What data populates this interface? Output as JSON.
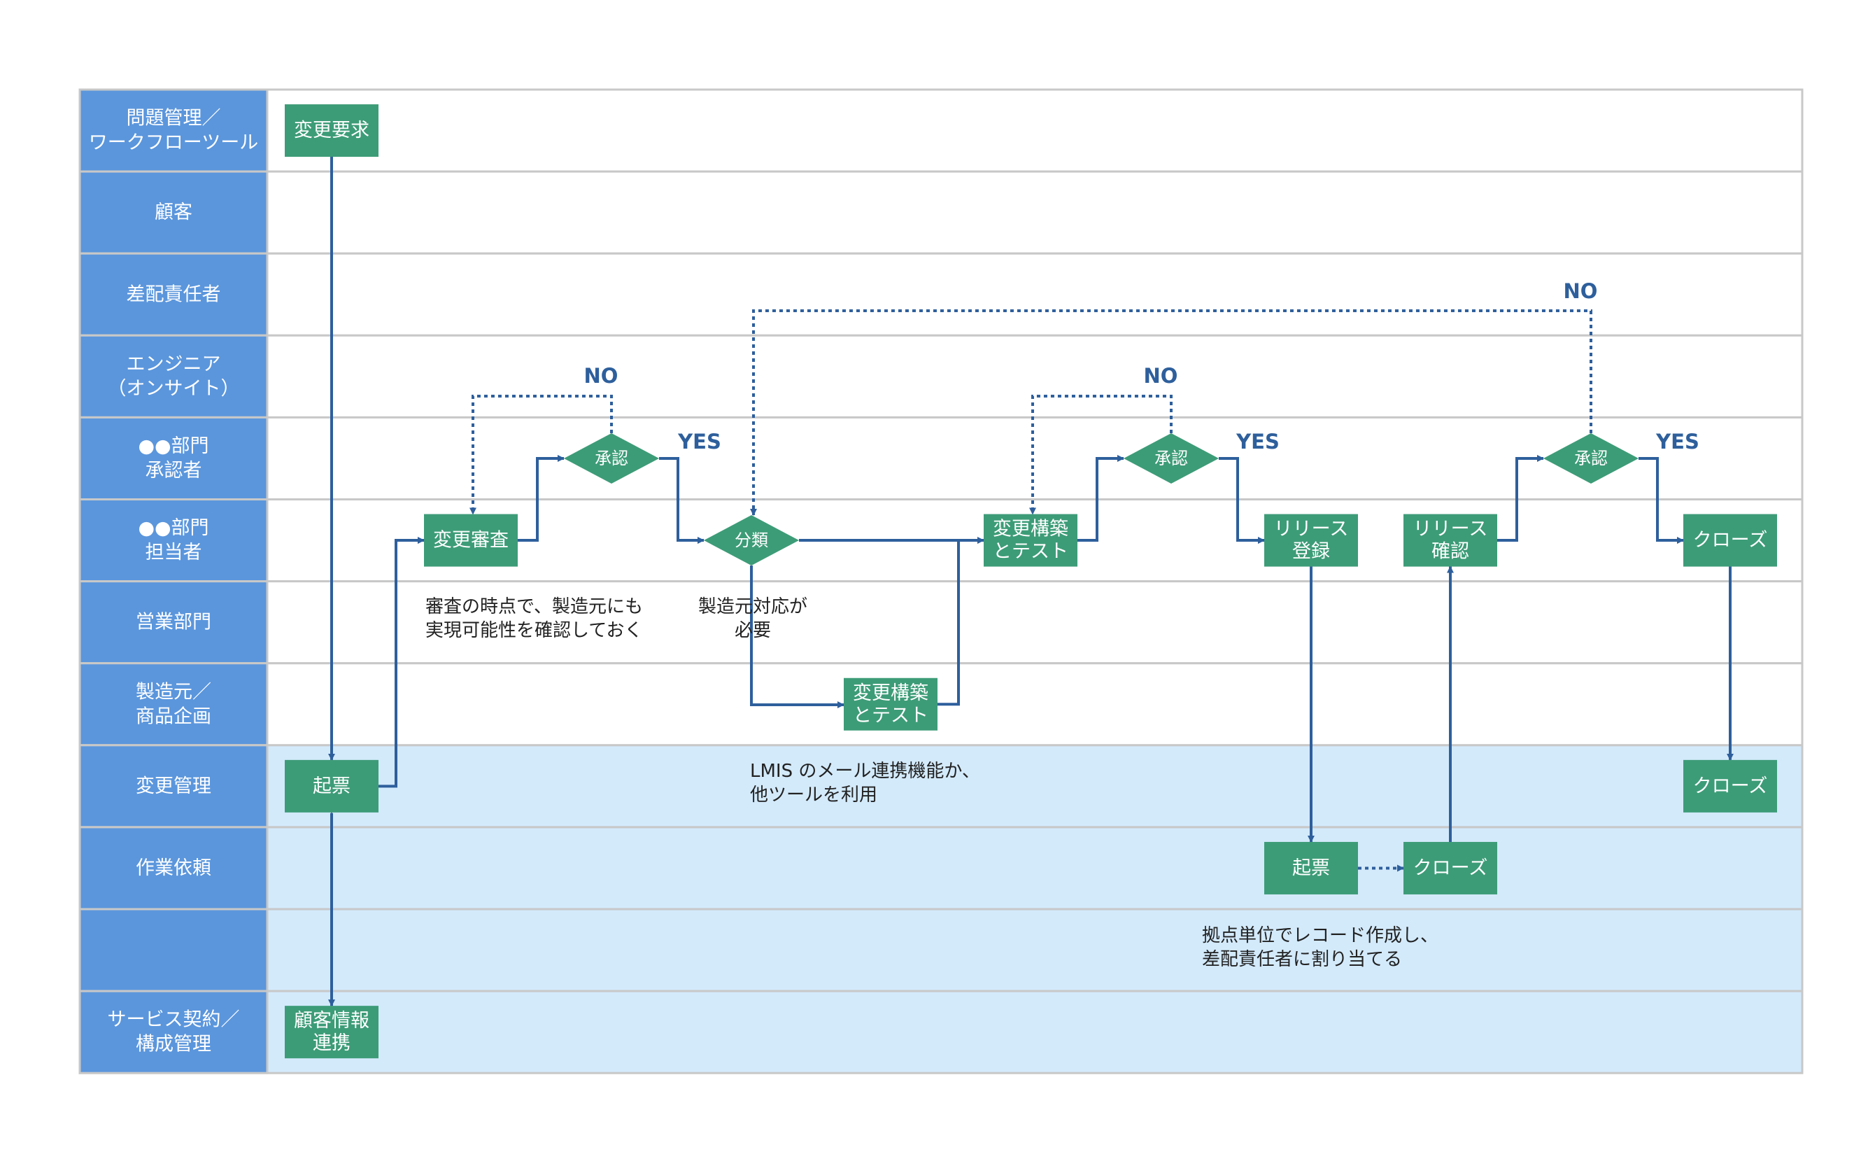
{
  "colors": {
    "lane_header": "#5b96dc",
    "lane_bg_white": "#ffffff",
    "lane_bg_blue": "#d3eafb",
    "lane_border": "#c8c8c8",
    "node_fill": "#3d9c78",
    "arrow": "#2e5f9c",
    "yesno": "#2e5f9c"
  },
  "lanes": [
    {
      "id": "l0",
      "lines": [
        "問題管理／",
        "ワークフローツール"
      ],
      "shade": "white"
    },
    {
      "id": "l1",
      "lines": [
        "顧客"
      ],
      "shade": "white"
    },
    {
      "id": "l2",
      "lines": [
        "差配責任者"
      ],
      "shade": "white"
    },
    {
      "id": "l3",
      "lines": [
        "エンジニア",
        "（オンサイト）"
      ],
      "shade": "white"
    },
    {
      "id": "l4",
      "lines": [
        "●●部門",
        "承認者"
      ],
      "shade": "white"
    },
    {
      "id": "l5",
      "lines": [
        "●●部門",
        "担当者"
      ],
      "shade": "white"
    },
    {
      "id": "l6",
      "lines": [
        "営業部門"
      ],
      "shade": "white"
    },
    {
      "id": "l7",
      "lines": [
        "製造元／",
        "商品企画"
      ],
      "shade": "white"
    },
    {
      "id": "l8",
      "lines": [
        "変更管理"
      ],
      "shade": "blue"
    },
    {
      "id": "l9",
      "lines": [
        "作業依頼"
      ],
      "shade": "blue"
    },
    {
      "id": "l10",
      "lines": [],
      "shade": "blue"
    },
    {
      "id": "l11",
      "lines": [
        "サービス契約／",
        "構成管理"
      ],
      "shade": "blue"
    }
  ],
  "nodes": [
    {
      "id": "change-request",
      "shape": "rect",
      "lines": [
        "変更要求"
      ]
    },
    {
      "id": "ticket-change",
      "shape": "rect",
      "lines": [
        "起票"
      ]
    },
    {
      "id": "customer-info",
      "shape": "rect",
      "lines": [
        "顧客情報",
        "連携"
      ]
    },
    {
      "id": "change-review",
      "shape": "rect",
      "lines": [
        "変更審査"
      ]
    },
    {
      "id": "approve-1",
      "shape": "diamond",
      "lines": [
        "承認"
      ]
    },
    {
      "id": "classify",
      "shape": "diamond",
      "lines": [
        "分類"
      ]
    },
    {
      "id": "build-test-maker",
      "shape": "rect",
      "lines": [
        "変更構築",
        "とテスト"
      ]
    },
    {
      "id": "build-test",
      "shape": "rect",
      "lines": [
        "変更構築",
        "とテスト"
      ]
    },
    {
      "id": "approve-2",
      "shape": "diamond",
      "lines": [
        "承認"
      ]
    },
    {
      "id": "release-register",
      "shape": "rect",
      "lines": [
        "リリース",
        "登録"
      ]
    },
    {
      "id": "ticket-work",
      "shape": "rect",
      "lines": [
        "起票"
      ]
    },
    {
      "id": "close-work",
      "shape": "rect",
      "lines": [
        "クローズ"
      ]
    },
    {
      "id": "release-confirm",
      "shape": "rect",
      "lines": [
        "リリース",
        "確認"
      ]
    },
    {
      "id": "approve-3",
      "shape": "diamond",
      "lines": [
        "承認"
      ]
    },
    {
      "id": "close-dept",
      "shape": "rect",
      "lines": [
        "クローズ"
      ]
    },
    {
      "id": "close-change",
      "shape": "rect",
      "lines": [
        "クローズ"
      ]
    }
  ],
  "edge_labels": [
    {
      "id": "no-1",
      "text": "NO"
    },
    {
      "id": "yes-1",
      "text": "YES"
    },
    {
      "id": "no-2",
      "text": "NO"
    },
    {
      "id": "yes-2",
      "text": "YES"
    },
    {
      "id": "no-3",
      "text": "NO"
    },
    {
      "id": "yes-3",
      "text": "YES"
    }
  ],
  "notes": [
    {
      "id": "review-note",
      "lines": [
        "審査の時点で、製造元にも",
        "実現可能性を確認しておく"
      ]
    },
    {
      "id": "maker-note",
      "lines": [
        "製造元対応が",
        "必要"
      ]
    },
    {
      "id": "lmis-note",
      "lines": [
        "LMIS のメール連携機能か、",
        "他ツールを利用"
      ]
    },
    {
      "id": "site-note",
      "lines": [
        "拠点単位でレコード作成し、",
        "差配責任者に割り当てる"
      ]
    }
  ]
}
